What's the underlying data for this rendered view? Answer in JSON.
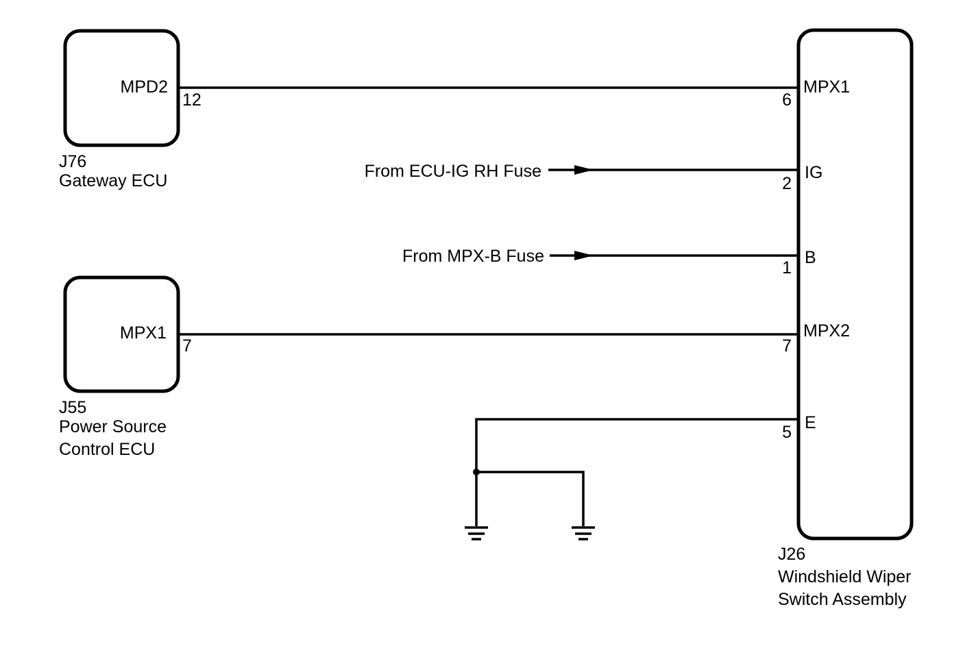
{
  "components": {
    "gateway_ecu": {
      "ref": "J76",
      "name": "Gateway ECU"
    },
    "power_source_ecu": {
      "ref": "J55",
      "name_line1": "Power Source",
      "name_line2": "Control ECU"
    },
    "wiper_switch": {
      "ref": "J26",
      "name_line1": "Windshield Wiper",
      "name_line2": "Switch Assembly"
    }
  },
  "pins": {
    "gateway_mpd2": {
      "label": "MPD2",
      "number": "12"
    },
    "power_mpx1": {
      "label": "MPX1",
      "number": "7"
    },
    "wiper_mpx1": {
      "label": "MPX1",
      "number": "6"
    },
    "wiper_ig": {
      "label": "IG",
      "number": "2"
    },
    "wiper_b": {
      "label": "B",
      "number": "1"
    },
    "wiper_mpx2": {
      "label": "MPX2",
      "number": "7"
    },
    "wiper_e": {
      "label": "E",
      "number": "5"
    }
  },
  "inputs": {
    "ecu_ig_rh": "From ECU-IG RH Fuse",
    "mpx_b": "From MPX-B Fuse"
  }
}
